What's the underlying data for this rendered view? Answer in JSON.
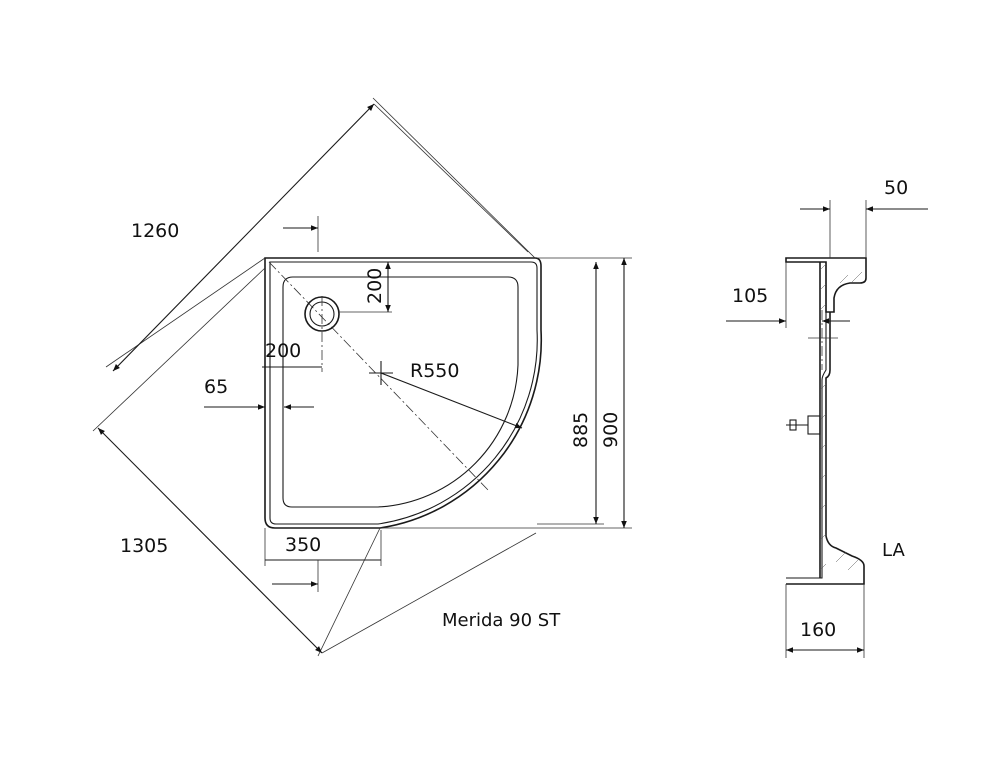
{
  "plan_view": {
    "dim_diag_upper": "1260",
    "dim_diag_lower": "1305",
    "dim_drain_y": "200",
    "dim_drain_x": "200",
    "dim_radius": "R550",
    "dim_edge_65": "65",
    "dim_bottom_350": "350",
    "dim_inner_885": "885",
    "dim_outer_900": "900",
    "model_name": "Merida 90 ST"
  },
  "section_view": {
    "dim_top_50": "50",
    "dim_105": "105",
    "dim_bottom_160": "160",
    "label": "LA"
  },
  "icons": [
    "drain-icon",
    "center-mark-icon",
    "arrow-icon",
    "siphon-icon"
  ]
}
